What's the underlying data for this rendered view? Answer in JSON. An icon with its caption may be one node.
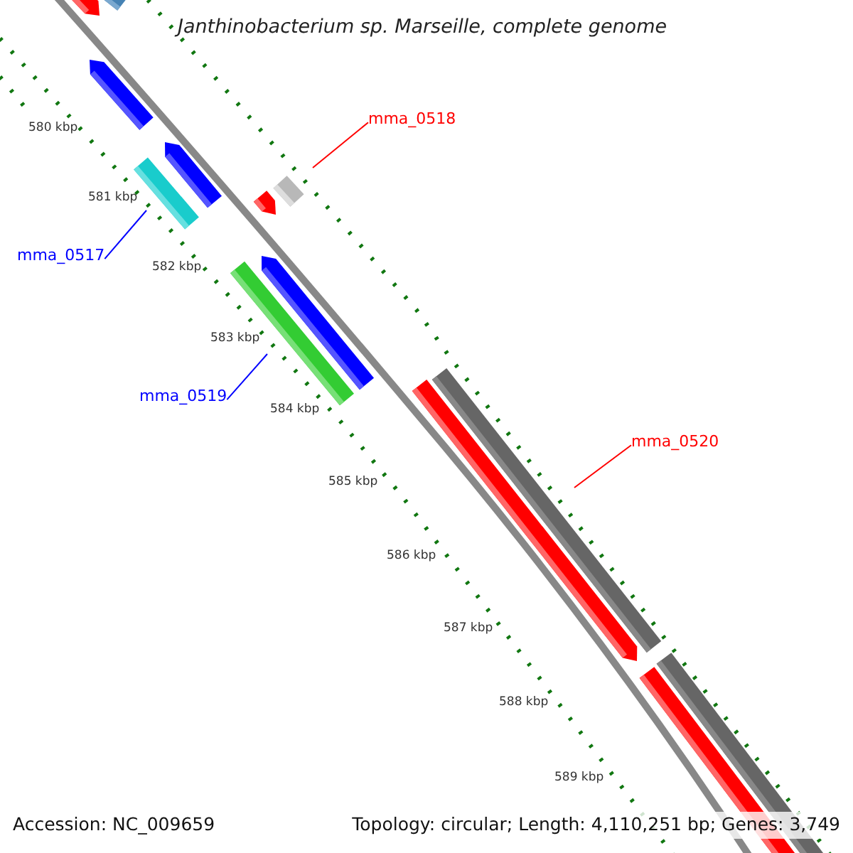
{
  "diagram": {
    "title": "Janthinobacterium sp. Marseille, complete genome",
    "nodes": [
      {
        "text": [],
        "shape": "pentagon"
      },
      {
        "text": [],
        "shape": "bar"
      },
      {
        "text": [],
        "shape": "pentagon"
      },
      {
        "text": [
          "mma_0518"
        ]
      },
      {
        "text": [],
        "shape": "pentagon"
      },
      {
        "text": [],
        "shape": "bar"
      },
      {
        "text": [],
        "shape": "bar"
      },
      {
        "text": [],
        "shape": "pentagon"
      },
      {
        "text": [
          "mma_0517"
        ]
      },
      {
        "text": [],
        "shape": "pentagon"
      },
      {
        "text": [],
        "shape": "bar"
      },
      {
        "text": [],
        "shape": "bar"
      },
      {
        "text": [],
        "shape": "pentagon"
      },
      {
        "text": [
          "mma_0519"
        ]
      },
      {
        "text": [
          "mma_0520"
        ]
      },
      {
        "text": [],
        "shape": "bar"
      },
      {
        "text": [],
        "shape": "bar"
      }
    ],
    "edges": [
      {
        "from": 3,
        "to": 6,
        "arrow": "none",
        "color": "#ff0000"
      },
      {
        "from": 8,
        "to": 5,
        "arrow": "none",
        "color": "#0000ff"
      },
      {
        "from": 13,
        "to": 10,
        "arrow": "none",
        "color": "#0000ff"
      },
      {
        "from": 14,
        "to": 11,
        "arrow": "none",
        "color": "#ff0000"
      }
    ],
    "labels": [
      "580 kbp",
      "581 kbp",
      "582 kbp",
      "583 kbp",
      "584 kbp",
      "585 kbp",
      "586 kbp",
      "587 kbp",
      "588 kbp",
      "589 kbp",
      "Accession: NC_009659",
      "Topology: circular; Length: 4,110,251 bp; Genes: 3,749"
    ]
  }
}
